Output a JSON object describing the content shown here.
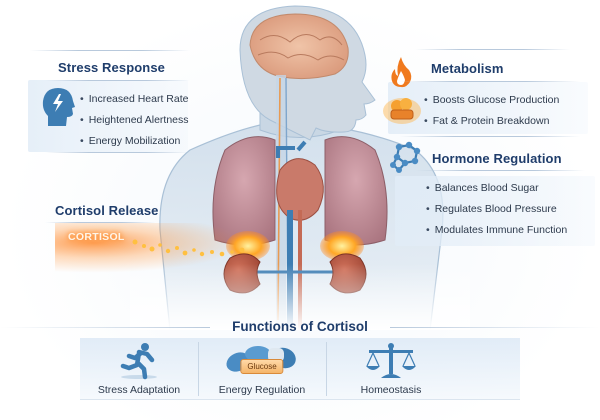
{
  "stress_response": {
    "title": "Stress Response",
    "icon": "head-lightning-icon",
    "items": [
      "Increased Heart Rate",
      "Heightened Alertness",
      "Energy Mobilization"
    ]
  },
  "metabolism": {
    "title": "Metabolism",
    "icons": [
      "flame-icon",
      "glucose-boost-icon"
    ],
    "items": [
      "Boosts Glucose Production",
      "Fat & Protein Breakdown"
    ]
  },
  "hormone_regulation": {
    "title": "Hormone Regulation",
    "icon": "molecule-icon",
    "items": [
      "Balances Blood Sugar",
      "Regulates Blood Pressure",
      "Modulates Immune Function"
    ]
  },
  "cortisol_release": {
    "title": "Cortisol Release",
    "tag": "CORTISOL"
  },
  "functions": {
    "title": "Functions of Cortisol",
    "items": [
      {
        "label": "Stress Adaptation",
        "icon": "running-person-icon"
      },
      {
        "label": "Energy Regulation",
        "icon": "glucose-pills-icon",
        "chip": "Glucose"
      },
      {
        "label": "Homeostasis",
        "icon": "balance-scale-icon"
      }
    ]
  },
  "colors": {
    "title": "#1f3d6b",
    "icon_blue": "#3d7db3",
    "accent_orange": "#f07a1e",
    "text": "#2d3a4c"
  }
}
